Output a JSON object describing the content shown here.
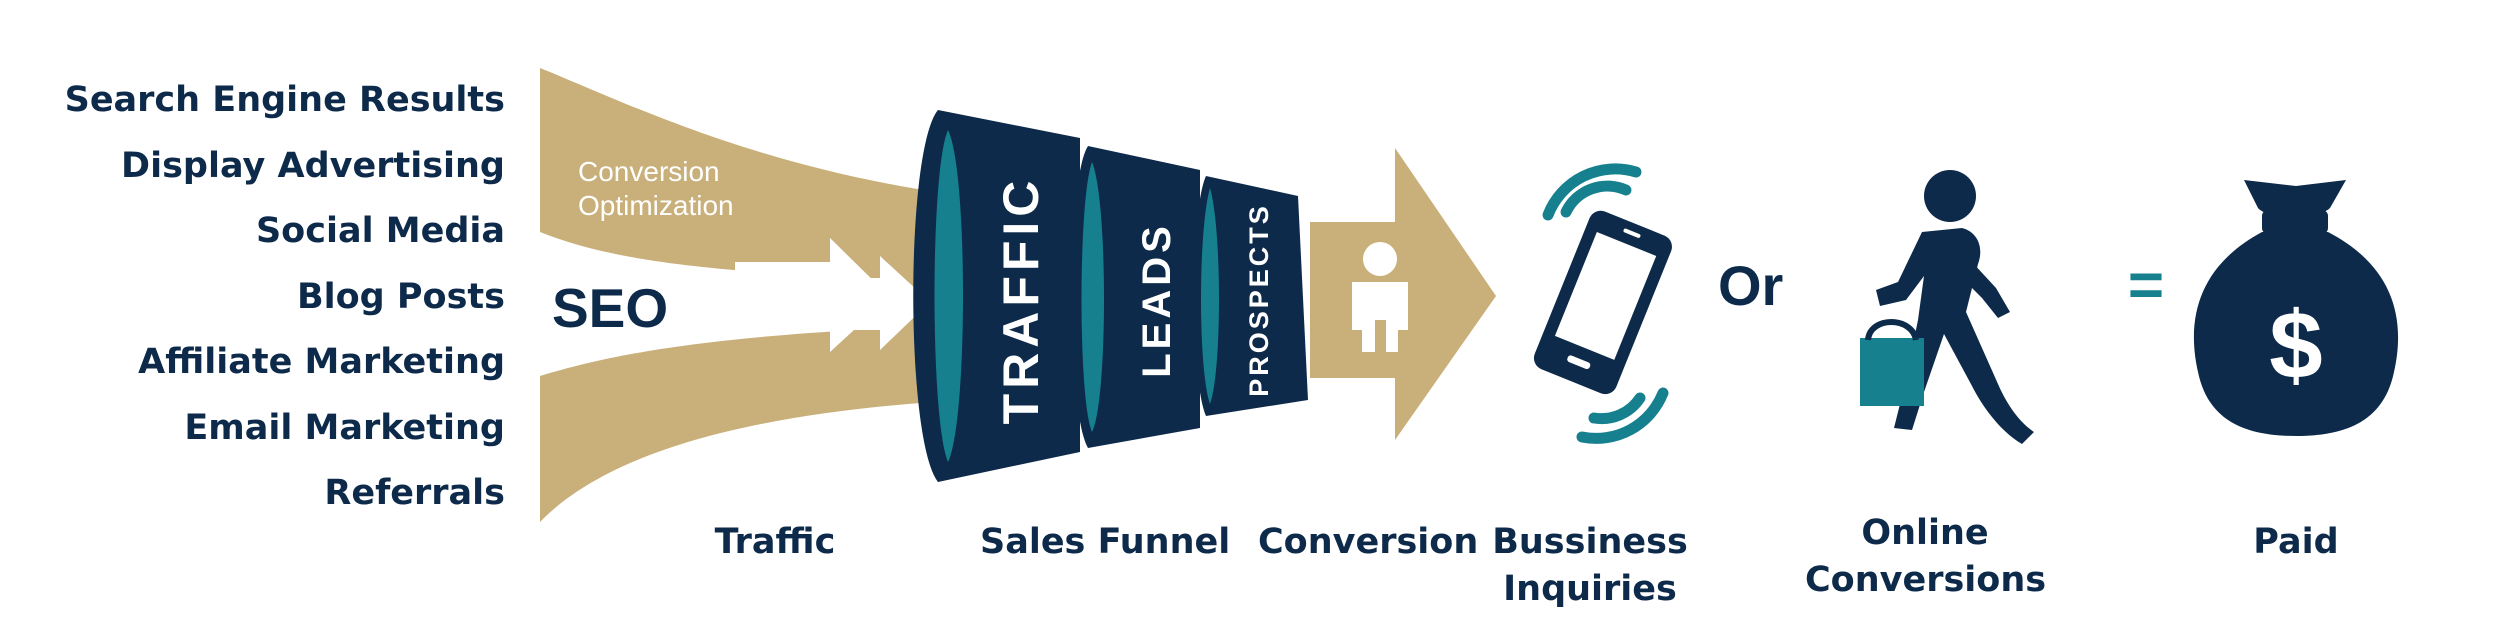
{
  "sources": [
    "Search Engine Results",
    "Display Advertising",
    "Social Media",
    "Blog Posts",
    "Affiliate Marketing",
    "Email Marketing",
    "Referrals"
  ],
  "inflow": {
    "optimization_line1": "Conversion",
    "optimization_line2": "Optimization",
    "seo": "SEO"
  },
  "funnel": {
    "stage1": "TRAFFIC",
    "stage2": "LEADS",
    "stage3": "PROSPECTS"
  },
  "or_text": "Or",
  "equals": "=",
  "dollar": "$",
  "labels": {
    "traffic": "Traffic",
    "sales_funnel": "Sales Funnel",
    "conversion": "Conversion",
    "business_line1": "Bussiness",
    "business_line2": "Inquiries",
    "online_line1": "Online",
    "online_line2": "Conversions",
    "paid": "Paid"
  },
  "colors": {
    "navy": "#0d2a4a",
    "gold": "#c9b07a",
    "teal": "#16808e",
    "white": "#ffffff"
  },
  "icons": [
    "person-icon",
    "smartphone-icon",
    "walking-shopper-icon",
    "money-bag-icon"
  ]
}
